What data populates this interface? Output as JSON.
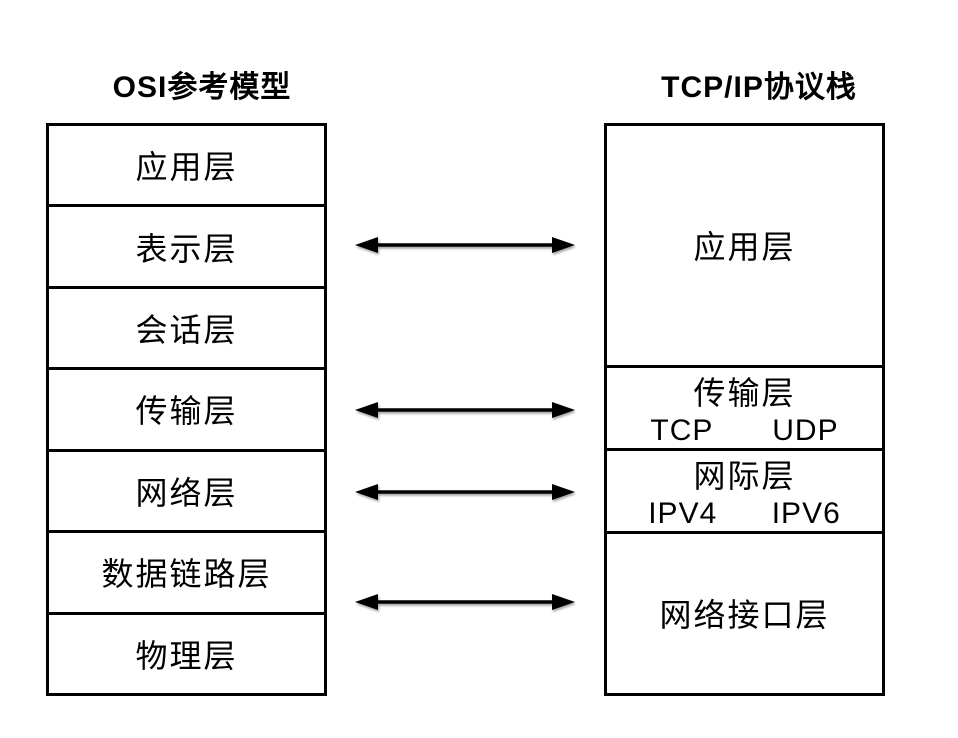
{
  "page": {
    "background_color": "#ffffff",
    "line_color": "#000000"
  },
  "left_column": {
    "title": "OSI参考模型",
    "layers": [
      "应用层",
      "表示层",
      "会话层",
      "传输层",
      "网络层",
      "数据链路层",
      "物理层"
    ]
  },
  "right_column": {
    "title": "TCP/IP协议栈",
    "sections": [
      {
        "name": "应用层",
        "protocols": []
      },
      {
        "name": "传输层",
        "protocols": [
          "TCP",
          "UDP"
        ]
      },
      {
        "name": "网际层",
        "protocols": [
          "IPV4",
          "IPV6"
        ]
      },
      {
        "name": "网络接口层",
        "protocols": []
      }
    ]
  },
  "arrows": [
    {
      "between_left": "表示层",
      "and_right": "应用层"
    },
    {
      "between_left": "传输层",
      "and_right": "传输层"
    },
    {
      "between_left": "网络层",
      "and_right": "网际层"
    },
    {
      "between_left": "数据链路层",
      "and_right": "网络接口层"
    }
  ]
}
